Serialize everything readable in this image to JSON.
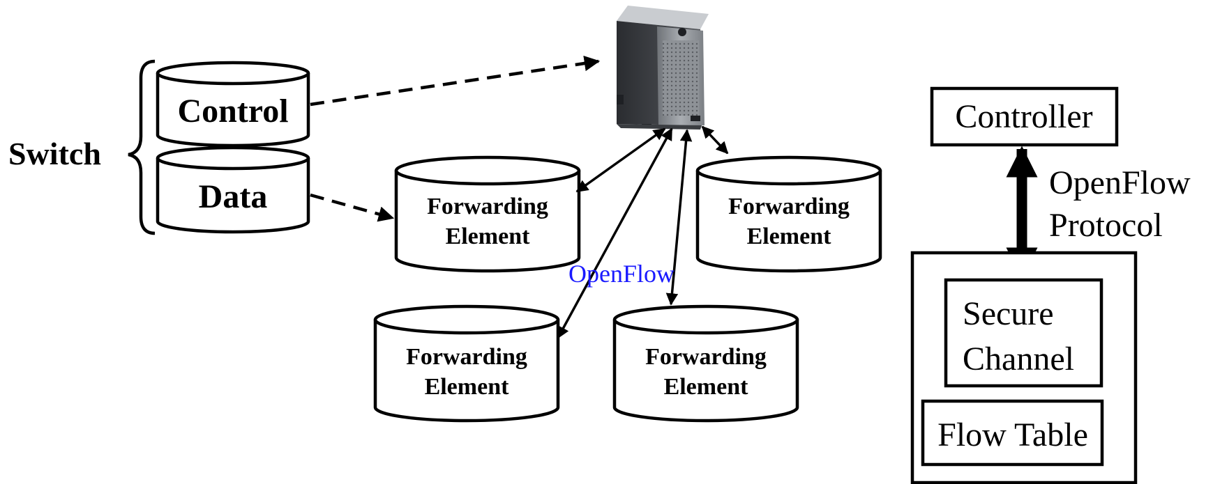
{
  "switch": {
    "label": "Switch",
    "control_label": "Control",
    "data_label": "Data"
  },
  "forwarding_elements": [
    {
      "line1": "Forwarding",
      "line2": "Element"
    },
    {
      "line1": "Forwarding",
      "line2": "Element"
    },
    {
      "line1": "Forwarding",
      "line2": "Element"
    },
    {
      "line1": "Forwarding",
      "line2": "Element"
    }
  ],
  "openflow_link_label": "OpenFlow",
  "openflow_link_color": "#1a1aff",
  "server_icon": "server-tower-icon",
  "architecture": {
    "controller_label": "Controller",
    "protocol_line1": "OpenFlow",
    "protocol_line2": "Protocol",
    "secure_channel_line1": "Secure",
    "secure_channel_line2": "Channel",
    "flow_table_label": "Flow Table"
  }
}
